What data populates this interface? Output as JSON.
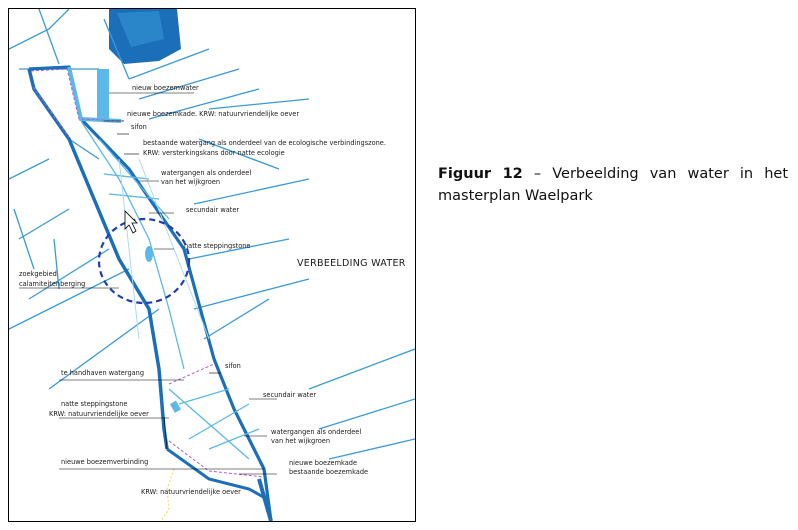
{
  "caption": {
    "figure_label": "Figuur 12",
    "separator": " – ",
    "title": "Verbeelding van water in het masterplan Waelpark"
  },
  "map": {
    "heading": "VERBEELDING WATER",
    "labels": [
      "nieuw boezemwater",
      "nieuwe boezemkade. KRW: natuurvriendelijke oever",
      "sifon",
      "bestaande watergang als onderdeel van de ecologische verbindingszone.",
      "KRW: versterkingskans door natte ecologie",
      "watergangen als onderdeel",
      "van het wijkgroen",
      "secundair water",
      "natte steppingstone",
      "zoekgebied",
      "calamiteitenberging",
      "sifon",
      "te handhaven watergang",
      "secundair water",
      "natte steppingstone",
      "KRW: natuurvriendelijke oever",
      "watergangen als onderdeel",
      "van het wijkgroen",
      "nieuwe boezemverbinding",
      "nieuwe boezemkade",
      "bestaande boezemkade",
      "KRW: natuurvriendelijke oever"
    ],
    "colors": {
      "dark_water": "#1a6fb8",
      "light_water": "#5bb8e8",
      "pale_water": "#a8dcf0",
      "dashed_zone": "#1f3fb0",
      "kade_dash": "#b060c8",
      "yellow_line": "#e8e070"
    }
  }
}
